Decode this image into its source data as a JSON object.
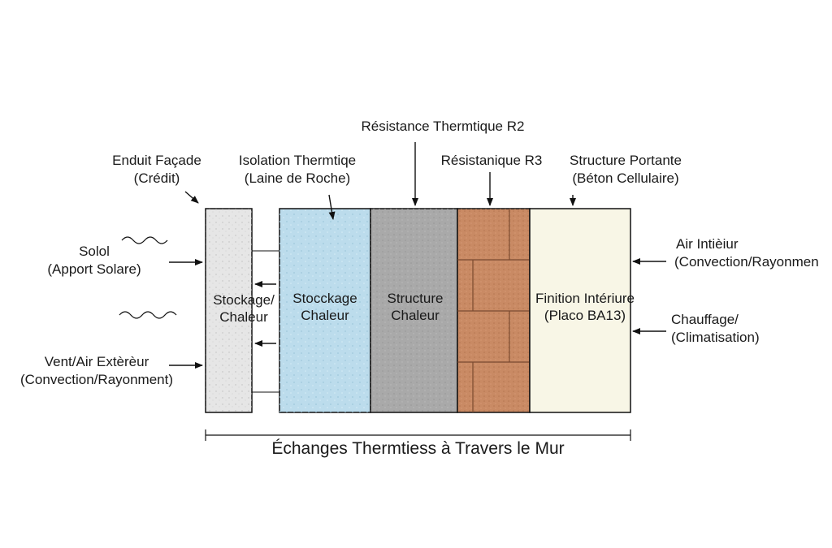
{
  "labels": {
    "top_center": "Résistance Thermtique R2",
    "enduit": [
      "Enduit Façade",
      "(Crédit)"
    ],
    "isolation": [
      "Isolation Thermtiqe",
      "(Laine de Roche)"
    ],
    "resistanique": "Résistanique R3",
    "structure_portante": [
      "Structure Portante",
      "(Béton Cellulaire)"
    ],
    "solol": [
      "Solol",
      "(Apport Solare)"
    ],
    "vent": [
      "Vent/Air Extèrèur",
      "(Convection/Rayonment)"
    ],
    "air_interieur": [
      "Air Intièiur",
      "(Convection/Rayonmen"
    ],
    "chauffage": [
      "Chauffage/",
      "(Climatisation)"
    ]
  },
  "layers": {
    "enduit_text": [
      "Stockage/",
      "Chaleur"
    ],
    "isolation_text": [
      "Stocckage",
      "Chaleur"
    ],
    "structure_text": [
      "Structure",
      "Chaleur"
    ],
    "finition_text": [
      "Finition Intériure",
      "(Placo BA13)"
    ]
  },
  "caption": "Échanges Thermtiess à Travers le Mur",
  "colors": {
    "enduit": "#e6e6e6",
    "isolation": "#bcdcec",
    "structure": "#a9a9a9",
    "brick": "#c98a64",
    "finition": "#f8f6e6",
    "line": "#111111"
  }
}
